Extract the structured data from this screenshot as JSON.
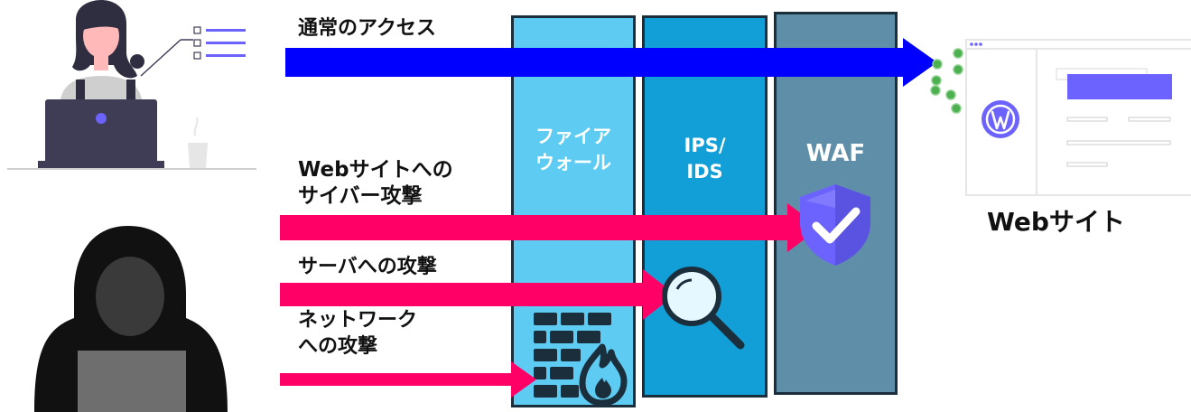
{
  "labels": {
    "normal_access": "通常のアクセス",
    "web_attack_line1": "Webサイトへの",
    "web_attack_line2": "サイバー攻撃",
    "server_attack": "サーバへの攻撃",
    "network_attack_line1": "ネットワーク",
    "network_attack_line2": "への攻撃"
  },
  "layers": {
    "firewall": {
      "line1": "ファイア",
      "line2": "ウォール",
      "color": "#5ecbf3"
    },
    "ips_ids": {
      "line1": "IPS/",
      "line2": "IDS",
      "color": "#129ed6"
    },
    "waf": {
      "label": "WAF",
      "color": "#5f8fa8"
    }
  },
  "website": {
    "label": "Webサイト"
  },
  "colors": {
    "normal_arrow": "#0000ff",
    "attack_arrow": "#ff0066",
    "accent_purple": "#6c63ff"
  },
  "icons": [
    "user-laptop-icon",
    "hacker-icon",
    "brick-wall-fire-icon",
    "magnifier-icon",
    "shield-check-icon",
    "wordpress-site-icon",
    "list-icon"
  ]
}
